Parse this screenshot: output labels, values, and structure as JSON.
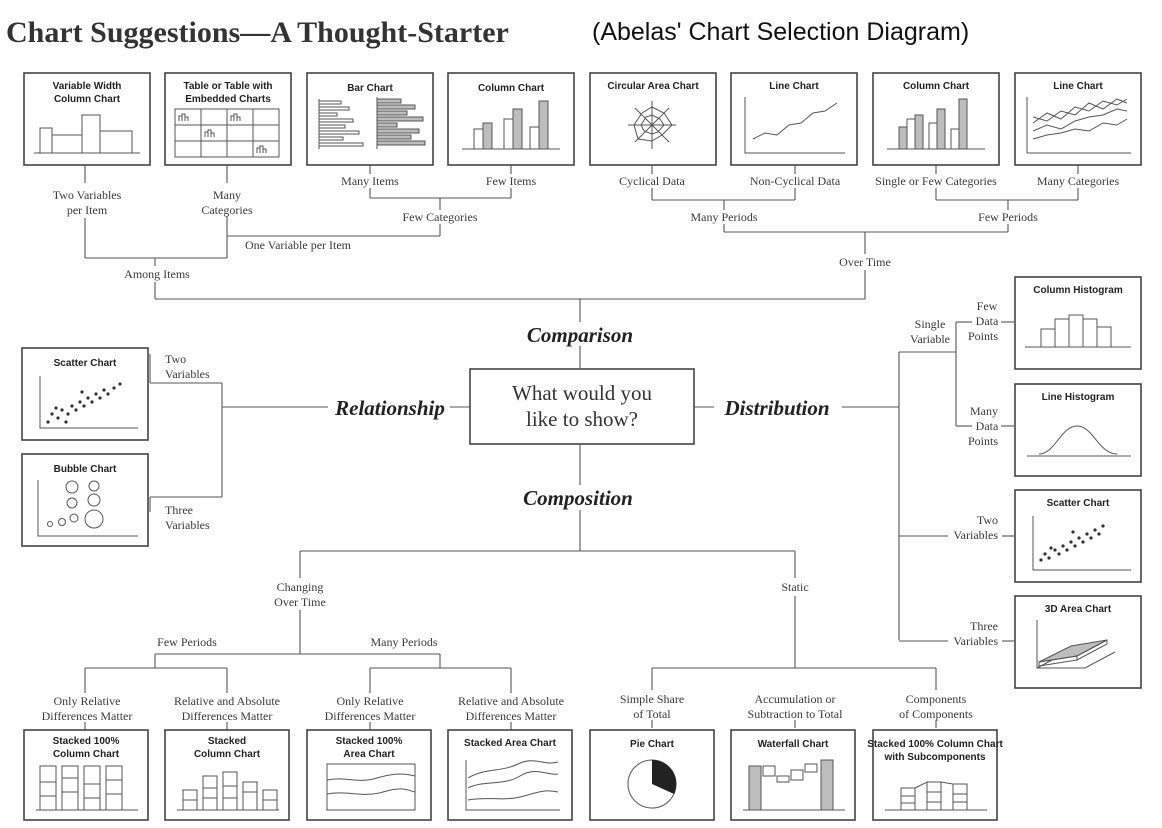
{
  "header": {
    "title": "Chart Suggestions—A Thought-Starter",
    "subtitle": "(Abelas' Chart Selection Diagram)"
  },
  "center": {
    "line1": "What would you",
    "line2": "like to show?"
  },
  "categories": {
    "comparison": "Comparison",
    "relationship": "Relationship",
    "distribution": "Distribution",
    "composition": "Composition"
  },
  "charts": {
    "variable_width_column": [
      "Variable Width",
      "Column Chart"
    ],
    "table_embedded": [
      "Table or Table with",
      "Embedded Charts"
    ],
    "bar_chart": "Bar Chart",
    "column_chart": "Column Chart",
    "circular_area": "Circular Area Chart",
    "line_chart": "Line Chart",
    "column_chart_2": "Column Chart",
    "line_chart_2": "Line Chart",
    "scatter_rel": "Scatter Chart",
    "bubble": "Bubble Chart",
    "column_histogram": "Column Histogram",
    "line_histogram": "Line Histogram",
    "scatter_dist": "Scatter Chart",
    "area_3d": "3D Area Chart",
    "stacked100_column": [
      "Stacked 100%",
      "Column Chart"
    ],
    "stacked_column": [
      "Stacked",
      "Column Chart"
    ],
    "stacked100_area": [
      "Stacked 100%",
      "Area Chart"
    ],
    "stacked_area": "Stacked Area Chart",
    "pie": "Pie Chart",
    "waterfall": "Waterfall Chart",
    "stacked100_sub": [
      "Stacked 100% Column Chart",
      "with Subcomponents"
    ]
  },
  "labels": {
    "two_variables_per_item": [
      "Two Variables",
      "per Item"
    ],
    "many_categories_table": [
      "Many",
      "Categories"
    ],
    "many_items": "Many Items",
    "few_items": "Few Items",
    "few_categories": "Few Categories",
    "one_variable_per_item": "One Variable per Item",
    "among_items": "Among Items",
    "cyclical_data": "Cyclical Data",
    "non_cyclical_data": "Non-Cyclical Data",
    "single_or_few_categories": "Single or Few Categories",
    "many_categories": "Many Categories",
    "many_periods": "Many Periods",
    "few_periods": "Few Periods",
    "over_time": "Over Time",
    "two_variables_rel": [
      "Two",
      "Variables"
    ],
    "three_variables_rel": [
      "Three",
      "Variables"
    ],
    "single_variable": [
      "Single",
      "Variable"
    ],
    "few_data_points": [
      "Few",
      "Data",
      "Points"
    ],
    "many_data_points": [
      "Many",
      "Data",
      "Points"
    ],
    "two_variables_dist": [
      "Two",
      "Variables"
    ],
    "three_variables_dist": [
      "Three",
      "Variables"
    ],
    "changing_over_time": [
      "Changing",
      "Over Time"
    ],
    "static": "Static",
    "few_periods_comp": "Few Periods",
    "many_periods_comp": "Many Periods",
    "only_relative_1": [
      "Only Relative",
      "Differences Matter"
    ],
    "relative_absolute_1": [
      "Relative and Absolute",
      "Differences Matter"
    ],
    "only_relative_2": [
      "Only Relative",
      "Differences Matter"
    ],
    "relative_absolute_2": [
      "Relative and Absolute",
      "Differences Matter"
    ],
    "simple_share": [
      "Simple Share",
      "of Total"
    ],
    "accumulation": [
      "Accumulation or",
      "Subtraction to Total"
    ],
    "components": [
      "Components",
      "of Components"
    ]
  }
}
